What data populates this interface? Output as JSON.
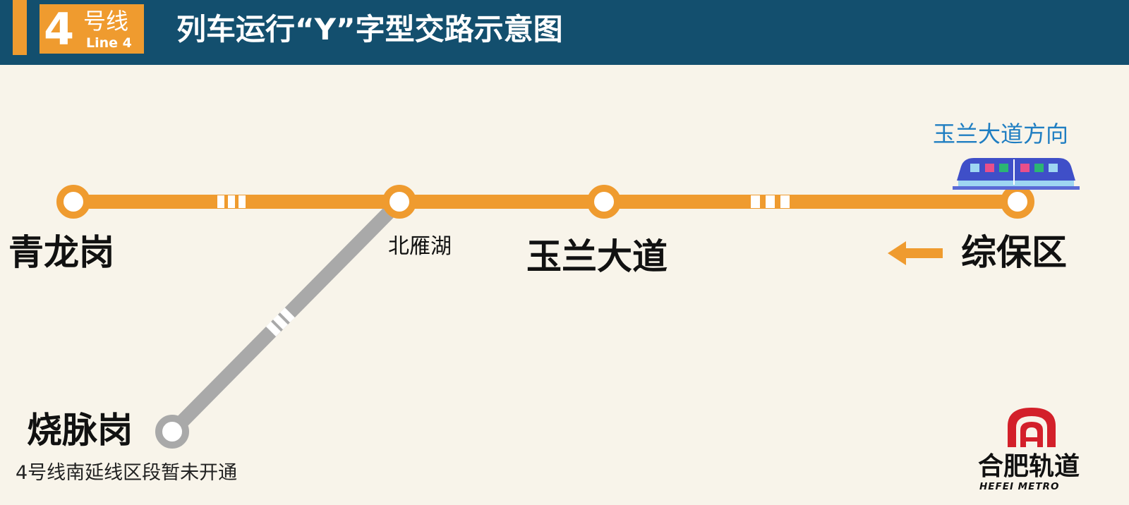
{
  "header": {
    "line_number": "4",
    "line_cn": "号线",
    "line_en": "Line 4",
    "title": "列车运行“Y”字型交路示意图"
  },
  "stations": {
    "qinglonggang": "青龙岗",
    "beiyanhu": "北雁湖",
    "yulandadao": "玉兰大道",
    "zongbaoqu": "综保区",
    "raomaigang": "烧脉岗"
  },
  "notes": {
    "extension_status": "4号线南延线区段暂未开通",
    "direction": "玉兰大道方向"
  },
  "logo": {
    "cn": "合肥轨道",
    "en": "HEFEI METRO"
  },
  "colors": {
    "header_bg": "#134f6e",
    "accent_orange": "#ef9b2f",
    "inactive_gray": "#a9a9a9",
    "direction_blue": "#1f7ec2",
    "logo_red": "#d3202a",
    "background": "#f8f4ea"
  },
  "icons": {
    "train": "train-icon",
    "direction_arrow": "arrow-left-icon",
    "logo": "hefei-metro-logo-icon"
  }
}
